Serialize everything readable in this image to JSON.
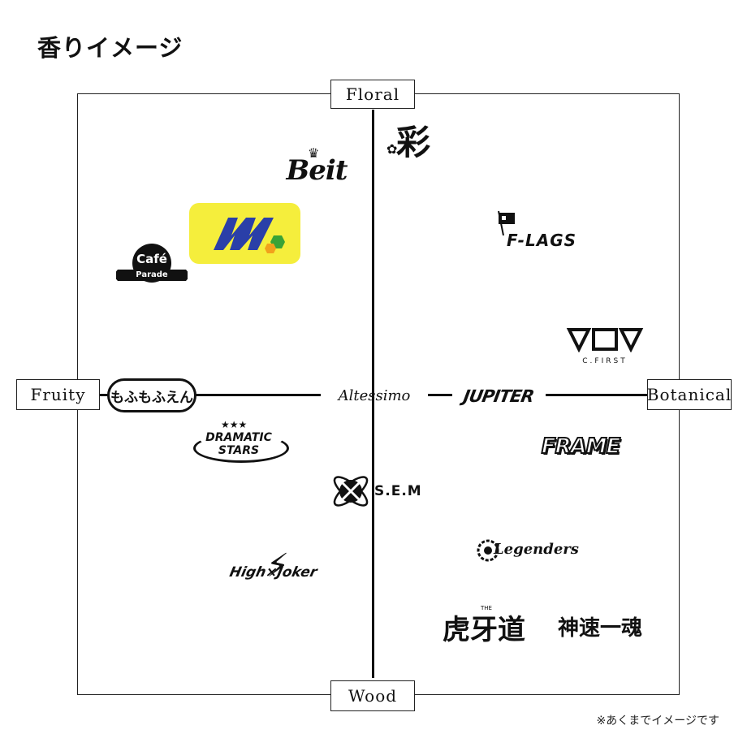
{
  "title": "香りイメージ",
  "axes": {
    "top": "Floral",
    "bottom": "Wood",
    "left": "Fruity",
    "right": "Botanical"
  },
  "logos": {
    "beit": "Beit",
    "aya": "彩",
    "flags": "F-LAGS",
    "cafe": "Café",
    "cafe_sub": "Parade",
    "cfirst": "C.FIRST",
    "mofumofuen": "もふもふえん",
    "altessimo": "Altessimo",
    "jupiter": "JUPITER",
    "dramatic_top": "DRAMATIC",
    "dramatic_bottom": "STARS",
    "frame": "FRAME",
    "sem": "S.E.M",
    "legenders": "Legenders",
    "highjoker": "High×Joker",
    "toraken": "虎牙道",
    "toraken_the": "THE",
    "shinsoku": "神速一魂"
  },
  "note": "※あくまでイメージです",
  "colors": {
    "w_box": "#f5ee3c",
    "w_blue": "#2a3fa8",
    "w_green": "#3aa336",
    "w_orange": "#f2a21c"
  }
}
